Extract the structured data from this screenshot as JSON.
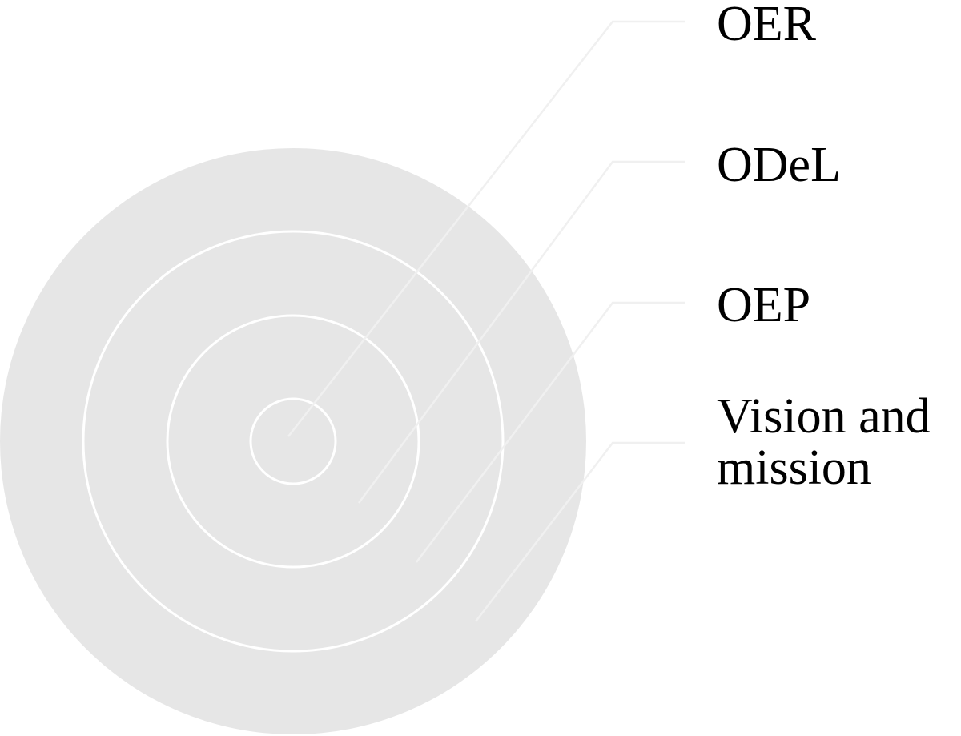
{
  "diagram": {
    "layers": [
      {
        "id": "oer",
        "label": "OER"
      },
      {
        "id": "odel",
        "label": "ODeL"
      },
      {
        "id": "oep",
        "label": "OEP"
      },
      {
        "id": "vision",
        "label_line1": "Vision and",
        "label_line2": "mission"
      }
    ],
    "colors": {
      "disc_fill": "#e6e6e6",
      "ring_stroke": "#ffffff",
      "leader_line": "#f0f0f0",
      "text": "#000000",
      "background": "#ffffff"
    }
  }
}
